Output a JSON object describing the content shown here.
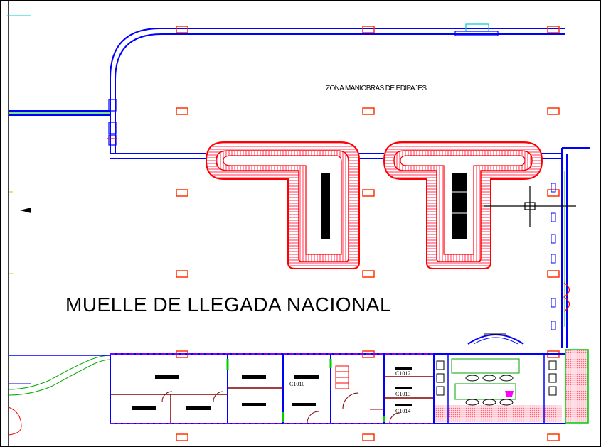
{
  "labels": {
    "zone": "ZONA MANIOBRAS DE EDIPAJES",
    "title": "MUELLE DE LLEGADA NACIONAL"
  },
  "rooms": [
    "C1010",
    "C1012",
    "C1013",
    "C1014"
  ],
  "colors": {
    "wall": "#0000ff",
    "carousel": "#ff0000",
    "carousel_fill": "#ff99cc",
    "column": "#ff3300",
    "door": "#800000",
    "accent_green": "#00cc00",
    "accent_magenta": "#ff00ff",
    "dark_hatch": "#ff6677"
  }
}
